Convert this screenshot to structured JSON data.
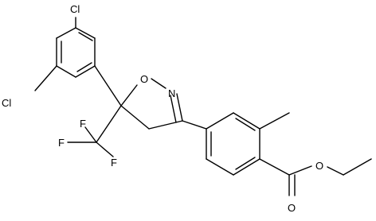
{
  "molecule": {
    "atom_labels": {
      "cl_top": "Cl",
      "cl_left": "Cl",
      "ring_o": "O",
      "ring_n": "N",
      "f_1": "F",
      "f_2": "F",
      "f_3": "F",
      "carbonyl_o": "O",
      "ester_o": "O"
    }
  }
}
